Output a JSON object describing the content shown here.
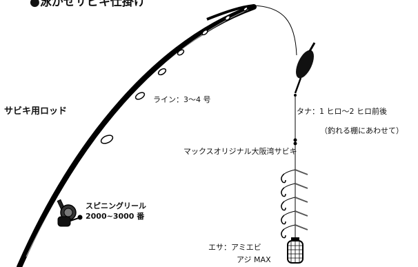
{
  "title": "●泳がせサビキ仕掛け",
  "labels": {
    "rod": "サビキ用ロッド",
    "line": "ライン：3〜4 号",
    "tana": "タナ：1 ヒロ〜2 ヒロ前後",
    "tana_note": "（釣れる棚にあわせて）",
    "sabiki": "マックスオリジナル大阪湾サビキ",
    "reel_line1": "スピニングリール",
    "reel_line2": "2000~3000 番",
    "bait_line1": "エサ：アミエビ",
    "bait_line2": "アジ MAX"
  },
  "hook_count": 5
}
